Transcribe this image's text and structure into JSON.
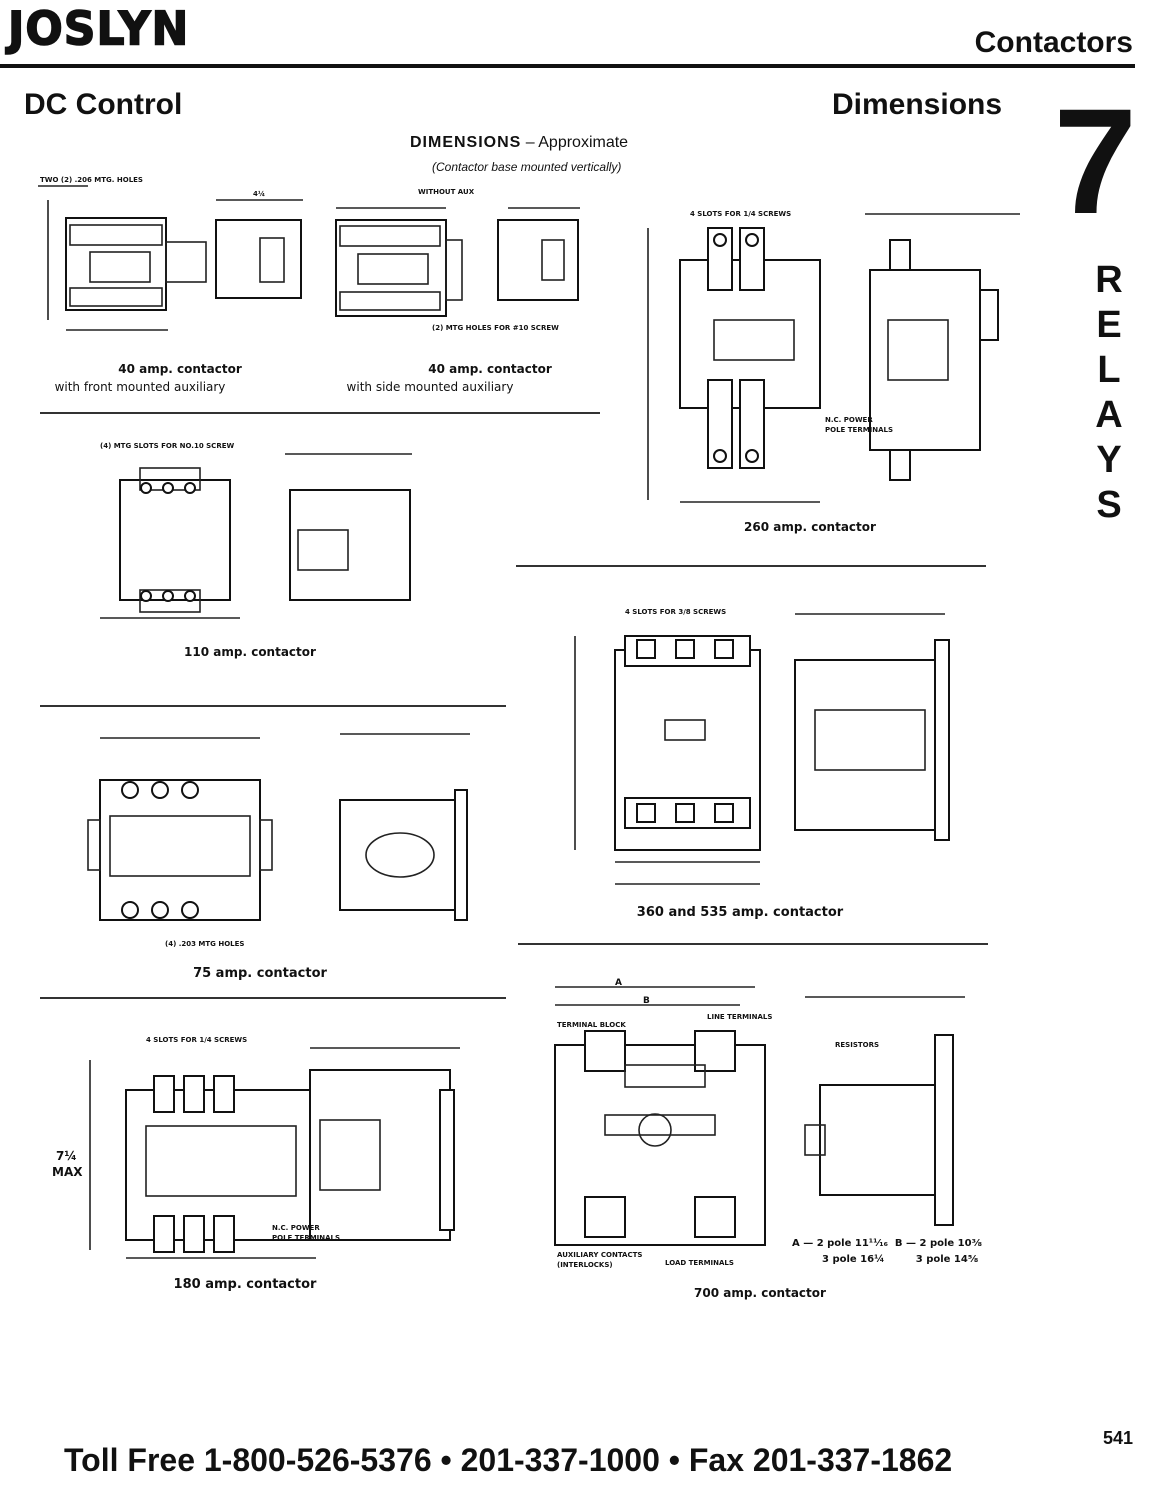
{
  "header": {
    "brand": "JOSLYN",
    "category": "Contactors",
    "section_left": "DC Control",
    "section_right": "Dimensions",
    "chapter_number": "7",
    "chapter_letters": [
      "R",
      "E",
      "L",
      "A",
      "Y",
      "S"
    ]
  },
  "title": {
    "main_bold": "DIMENSIONS",
    "main_rest": " – Approximate",
    "note": "(Contactor base mounted vertically)"
  },
  "drawings": {
    "c40_front": {
      "caption": "40 amp. contactor",
      "subcaption": "with front mounted auxiliary"
    },
    "c40_side": {
      "caption": "40 amp. contactor",
      "subcaption": "with side mounted auxiliary"
    },
    "c260": {
      "caption": "260 amp. contactor",
      "labels": [
        "4 SLOTS FOR 1/4 SCREWS",
        "N.C. POWER POLE TERMINALS"
      ]
    },
    "c110": {
      "caption": "110 amp. contactor",
      "labels": [
        "(4) MTG SLOTS FOR NO.10 SCREW"
      ]
    },
    "c360": {
      "caption": "360 and 535 amp. contactor",
      "labels": [
        "4 SLOTS FOR 3/8 SCREWS"
      ]
    },
    "c75": {
      "caption": "75 amp. contactor",
      "labels": [
        "(4) .203 MTG HOLES"
      ]
    },
    "c180": {
      "caption": "180 amp. contactor",
      "labels": [
        "4 SLOTS FOR 1/4 SCREWS",
        "N.C. POWER POLE TERMINALS",
        "7¼ MAX"
      ]
    },
    "c700": {
      "caption": "700 amp. contactor",
      "labels": [
        "TERMINAL BLOCK",
        "LINE TERMINALS",
        "RESISTORS",
        "LOAD TERMINALS",
        "AUXILIARY CONTACTS (INTERLOCKS)"
      ],
      "note_a": "A — 2 pole 11¹¹⁄₁₆  B — 2 pole 10⅜",
      "note_b": "3 pole 16¼         3 pole 14⅝"
    }
  },
  "footer": {
    "contact": "Toll Free 1-800-526-5376  •  201-337-1000  •  Fax 201-337-1862",
    "page_number": "541"
  }
}
